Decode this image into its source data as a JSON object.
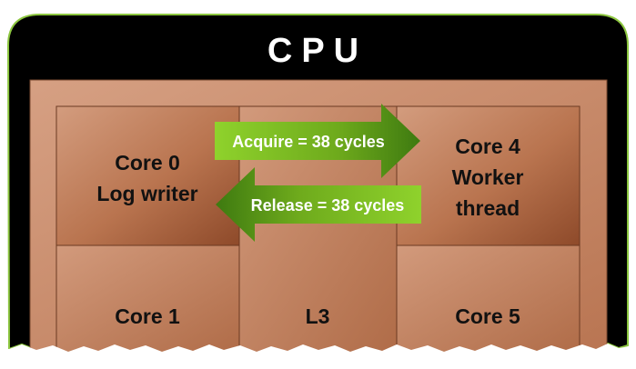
{
  "cpu": {
    "title": "CPU"
  },
  "cells": {
    "core0": {
      "line1": "Core 0",
      "line2": "Log writer"
    },
    "core4": {
      "line1": "Core 4",
      "line2": "Worker",
      "line3": "thread"
    },
    "core1": {
      "label": "Core 1"
    },
    "l3": {
      "label": "L3"
    },
    "core5": {
      "label": "Core 5"
    }
  },
  "arrows": {
    "acquire": {
      "label": "Acquire = 38 cycles",
      "direction": "right"
    },
    "release": {
      "label": "Release = 38 cycles",
      "direction": "left"
    }
  },
  "colors": {
    "cpu_body": "#000000",
    "cpu_border": "#8cc63f",
    "die": "#c98a68",
    "arrow": "#7cc41e"
  }
}
